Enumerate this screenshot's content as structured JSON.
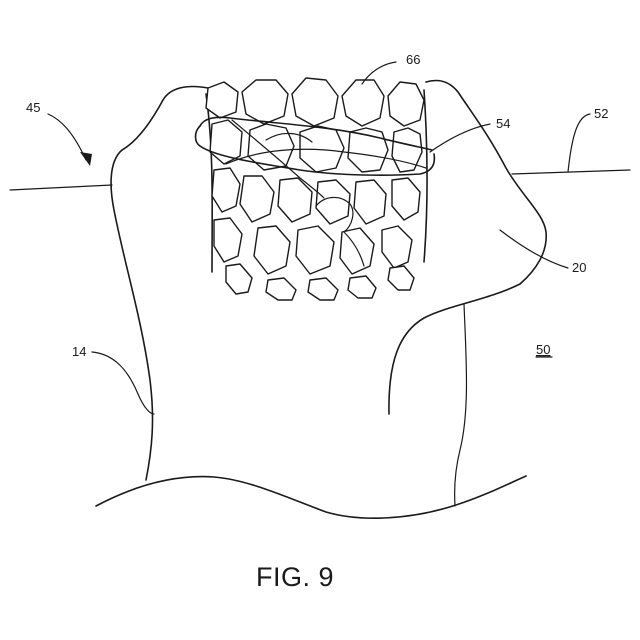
{
  "figure": {
    "caption": "FIG. 9",
    "labels": {
      "ref_45": "45",
      "ref_66": "66",
      "ref_54": "54",
      "ref_52": "52",
      "ref_20": "20",
      "ref_14": "14",
      "ref_50": "50"
    },
    "colors": {
      "line": "#1a1a1a",
      "background": "#ffffff"
    }
  }
}
